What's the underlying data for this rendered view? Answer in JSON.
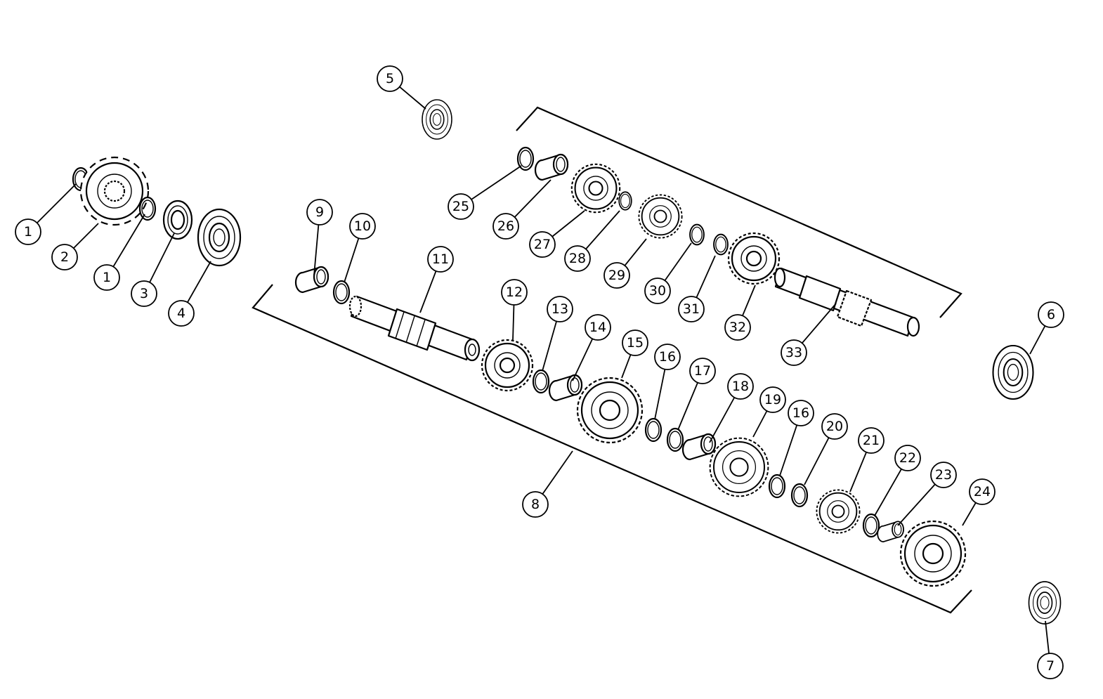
{
  "diagram": {
    "callouts": [
      {
        "id": "c1a",
        "label": "1"
      },
      {
        "id": "c2",
        "label": "2"
      },
      {
        "id": "c1b",
        "label": "1"
      },
      {
        "id": "c3",
        "label": "3"
      },
      {
        "id": "c4",
        "label": "4"
      },
      {
        "id": "c5",
        "label": "5"
      },
      {
        "id": "c6",
        "label": "6"
      },
      {
        "id": "c7",
        "label": "7"
      },
      {
        "id": "c8",
        "label": "8"
      },
      {
        "id": "c9",
        "label": "9"
      },
      {
        "id": "c10",
        "label": "10"
      },
      {
        "id": "c11",
        "label": "11"
      },
      {
        "id": "c12",
        "label": "12"
      },
      {
        "id": "c13",
        "label": "13"
      },
      {
        "id": "c14",
        "label": "14"
      },
      {
        "id": "c15",
        "label": "15"
      },
      {
        "id": "c16a",
        "label": "16"
      },
      {
        "id": "c17",
        "label": "17"
      },
      {
        "id": "c18",
        "label": "18"
      },
      {
        "id": "c19",
        "label": "19"
      },
      {
        "id": "c16b",
        "label": "16"
      },
      {
        "id": "c20",
        "label": "20"
      },
      {
        "id": "c21",
        "label": "21"
      },
      {
        "id": "c22",
        "label": "22"
      },
      {
        "id": "c23",
        "label": "23"
      },
      {
        "id": "c24",
        "label": "24"
      },
      {
        "id": "c25",
        "label": "25"
      },
      {
        "id": "c26",
        "label": "26"
      },
      {
        "id": "c27",
        "label": "27"
      },
      {
        "id": "c28",
        "label": "28"
      },
      {
        "id": "c29",
        "label": "29"
      },
      {
        "id": "c30",
        "label": "30"
      },
      {
        "id": "c31",
        "label": "31"
      },
      {
        "id": "c32",
        "label": "32"
      },
      {
        "id": "c33",
        "label": "33"
      }
    ]
  }
}
